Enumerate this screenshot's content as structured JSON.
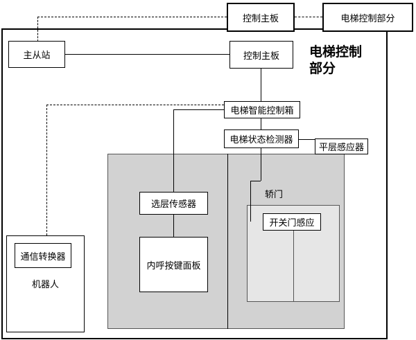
{
  "header": {
    "main_board": "控制主板",
    "elevator_control": "电梯控制部分"
  },
  "area_title_line1": "电梯控制",
  "area_title_line2": "部分",
  "nodes": {
    "master_slave_station": "主从站",
    "main_board": "控制主板",
    "smart_control_box": "电梯智能控制箱",
    "status_detector": "电梯状态检测器",
    "leveling_sensor": "平层感应器",
    "floor_sensor": "选层传感器",
    "button_panel": "内呼按键面板",
    "car_door": "轿门",
    "door_sensor": "开关门感应",
    "comm_converter": "通信转换器",
    "robot": "机器人"
  }
}
